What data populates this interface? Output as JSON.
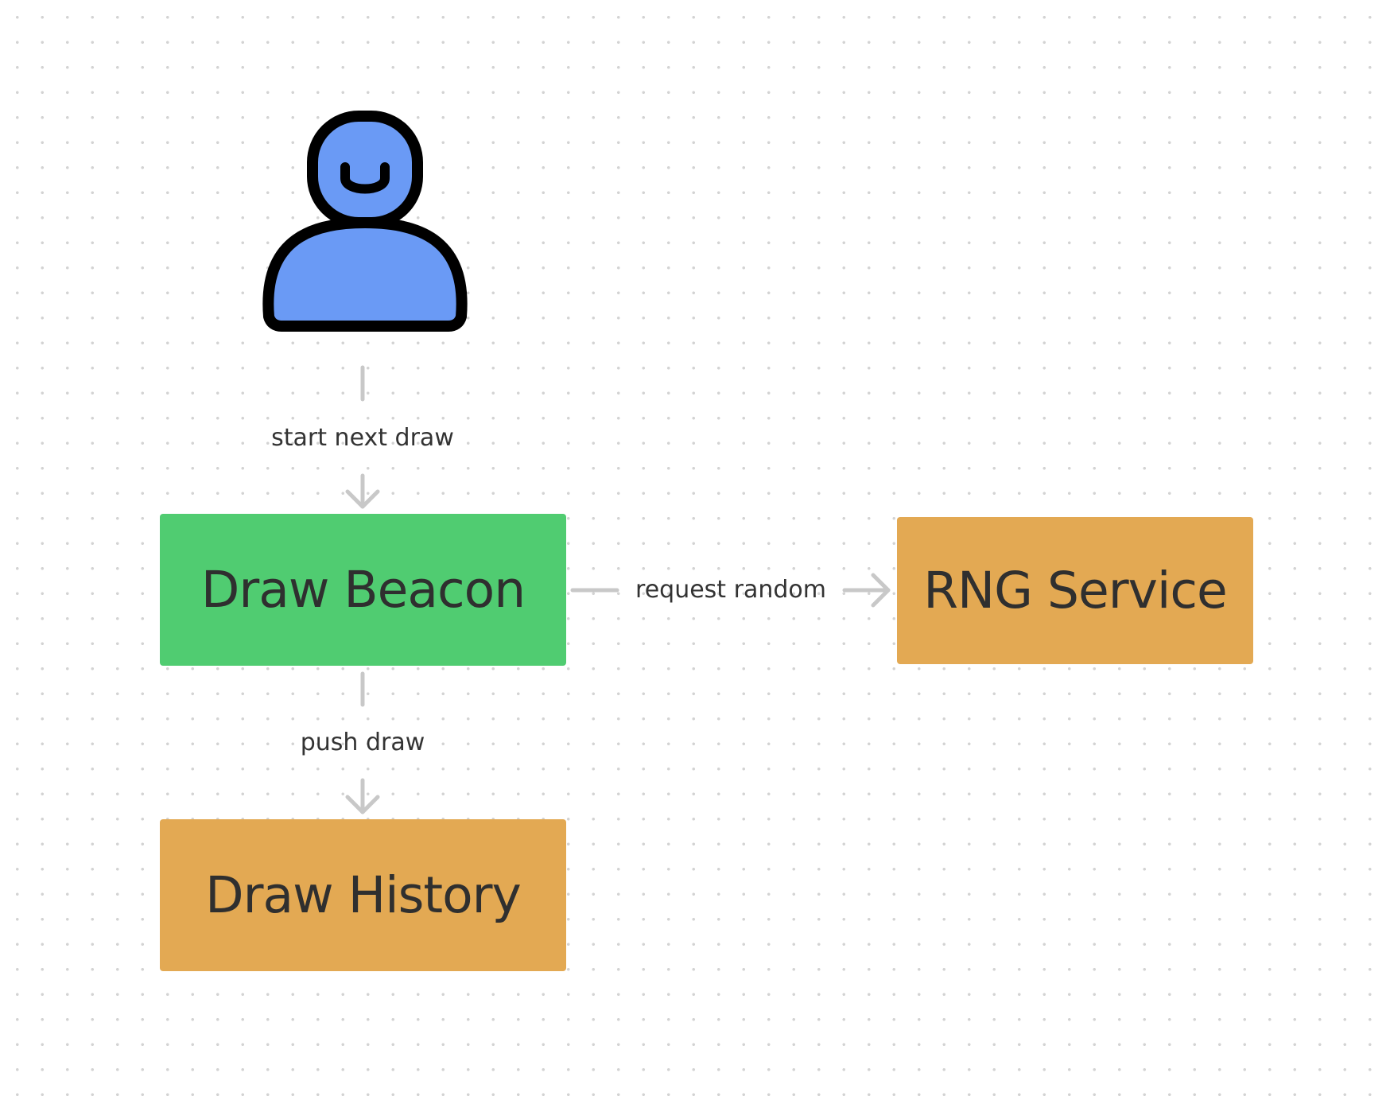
{
  "diagram": {
    "actor": {
      "icon": "user-icon",
      "fill_color": "#6a9af5",
      "stroke_color": "#000000"
    },
    "nodes": {
      "draw_beacon": {
        "label": "Draw Beacon",
        "color": "#50cc71"
      },
      "rng_service": {
        "label": "RNG Service",
        "color": "#e3a953"
      },
      "draw_history": {
        "label": "Draw History",
        "color": "#e3a953"
      }
    },
    "edges": {
      "start_next_draw": {
        "label": "start next draw",
        "from": "actor",
        "to": "Draw Beacon"
      },
      "request_random": {
        "label": "request random",
        "from": "Draw Beacon",
        "to": "RNG Service"
      },
      "push_draw": {
        "label": "push draw",
        "from": "Draw Beacon",
        "to": "Draw History"
      }
    },
    "connector_color": "#c8c8c8"
  }
}
